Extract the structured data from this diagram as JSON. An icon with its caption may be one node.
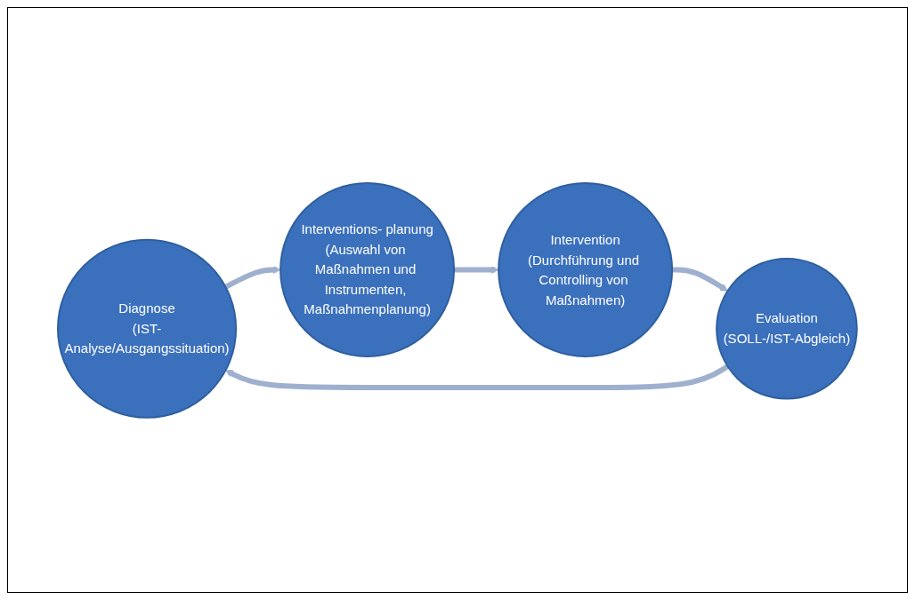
{
  "diagram": {
    "nodes": [
      {
        "text": [
          "Diagnose",
          "(IST-Analyse/Ausgangssituation)"
        ]
      },
      {
        "text": [
          "Interventions- planung",
          "(Auswahl von Maßnahmen und Instrumenten, Maßnahmenplanung)"
        ]
      },
      {
        "text": [
          "Intervention",
          "(Durchführung und Controlling von Maßnahmen)"
        ]
      },
      {
        "text": [
          "Evaluation",
          "(SOLL-/IST-Abgleich)"
        ]
      }
    ],
    "edges": [
      {
        "from": 0,
        "to": 1,
        "arrow": "to"
      },
      {
        "from": 1,
        "to": 2,
        "arrow": "to"
      },
      {
        "from": 2,
        "to": 3,
        "arrow": "to"
      },
      {
        "from": 3,
        "to": 0,
        "arrow": "to"
      }
    ]
  }
}
